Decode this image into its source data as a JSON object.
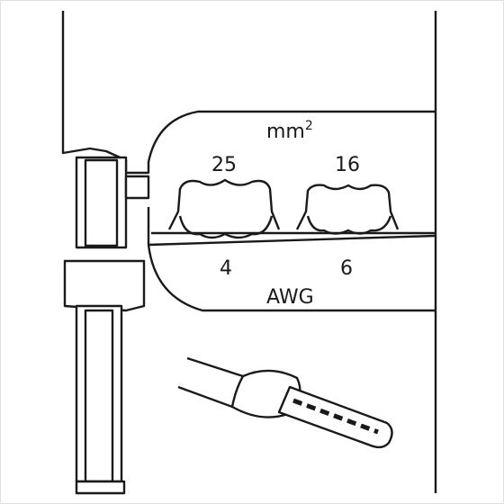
{
  "unit_metric": "mm",
  "unit_metric_exp": "2",
  "unit_awg": "AWG",
  "profiles": [
    {
      "mm2": "25",
      "awg": "4"
    },
    {
      "mm2": "16",
      "awg": "6"
    }
  ],
  "colors": {
    "line": "#1a1a1a",
    "fill": "#ffffff"
  }
}
